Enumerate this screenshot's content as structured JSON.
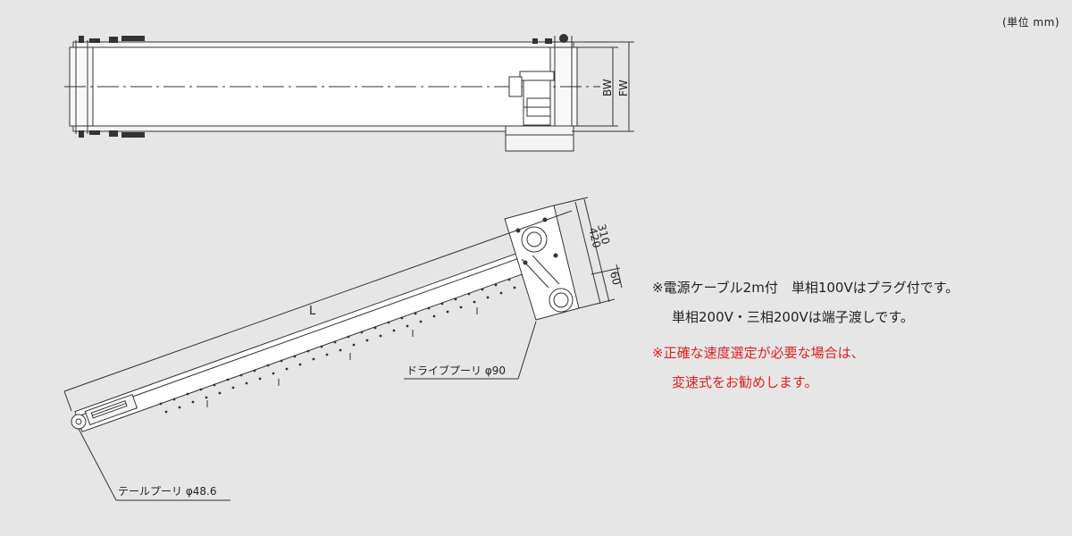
{
  "unit_label": "(単位 mm)",
  "top_view": {
    "bw_label": "BW",
    "fw_label": "FW"
  },
  "side_view": {
    "length_label": "L",
    "dim_310": "310",
    "dim_420": "420",
    "dim_60": "60",
    "drive_pulley_label": "ドライブプーリ φ90",
    "tail_pulley_label": "テールプーリ φ48.6"
  },
  "notes": {
    "line1": "※電源ケーブル2m付　単相100Vはプラグ付です。",
    "line2": "単相200V・三相200Vは端子渡しです。",
    "line3": "※正確な速度選定が必要な場合は、",
    "line4": "変速式をお勧めします。"
  },
  "colors": {
    "background": "#e6e6e6",
    "line": "#333333",
    "body_fill": "#ffffff",
    "warning_text": "#e02020"
  }
}
